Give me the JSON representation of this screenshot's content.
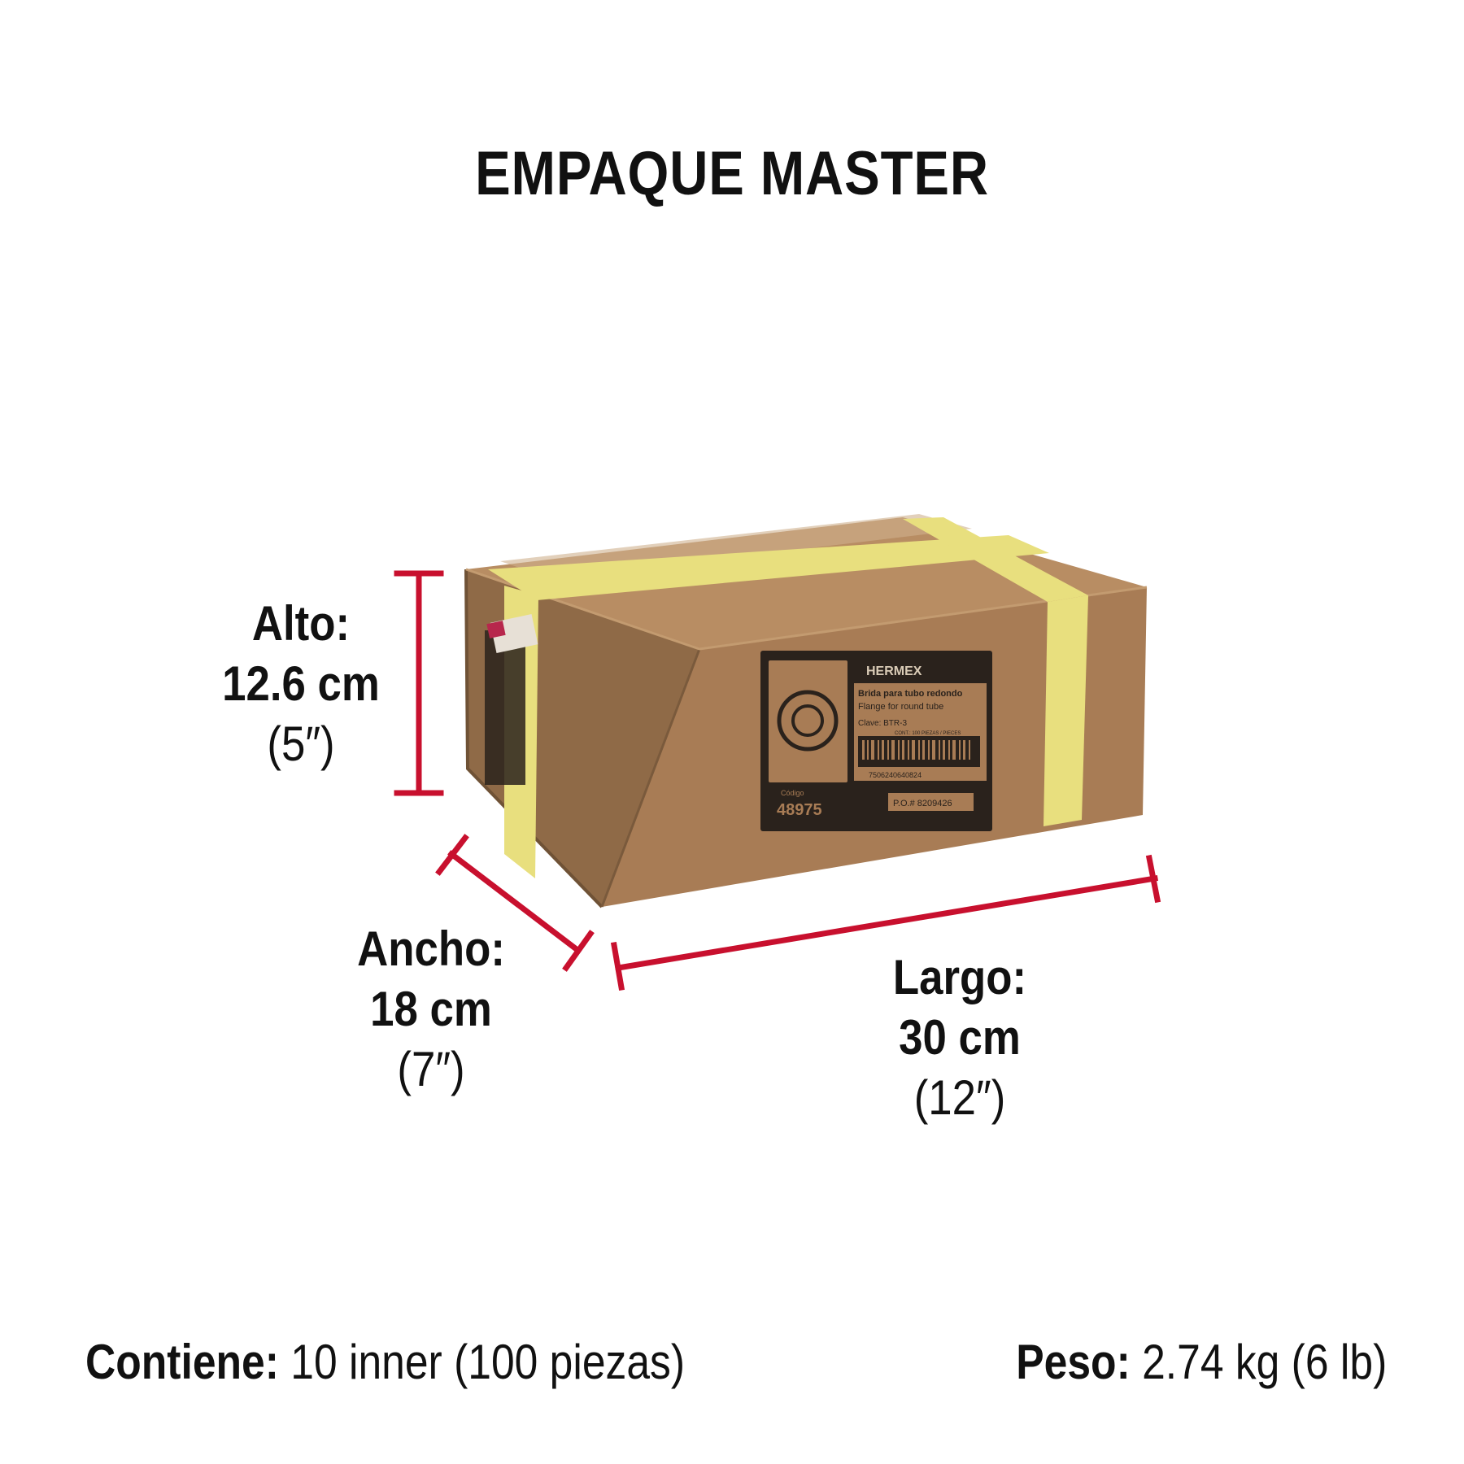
{
  "title": "EMPAQUE MASTER",
  "dimensions": {
    "alto": {
      "label": "Alto:",
      "metric": "12.6 cm",
      "imperial": "(5″)"
    },
    "ancho": {
      "label": "Ancho:",
      "metric": "18 cm",
      "imperial": "(7″)"
    },
    "largo": {
      "label": "Largo:",
      "metric": "30 cm",
      "imperial": "(12″)"
    }
  },
  "footer": {
    "contents_label": "Contiene:",
    "contents_value": "10 inner (100 piezas)",
    "weight_label": "Peso:",
    "weight_value": "2.74 kg (6 lb)"
  },
  "box_label": {
    "brand": "HERMEX",
    "product_es": "Brida para tubo redondo",
    "product_en": "Flange for round tube",
    "key": "Clave: BTR-3",
    "contents": "CONT.: 100 PIEZAS / PIECES",
    "code_label": "Código",
    "code": "48975",
    "barcode_number": "7506240640824",
    "po": "P.O.# 8209426"
  },
  "colors": {
    "dimension_line": "#c8102e",
    "box_front": "#a87c55",
    "box_top": "#b88d63",
    "box_side": "#96704c",
    "strap": "#e8df7e",
    "label": "#2a221c"
  }
}
